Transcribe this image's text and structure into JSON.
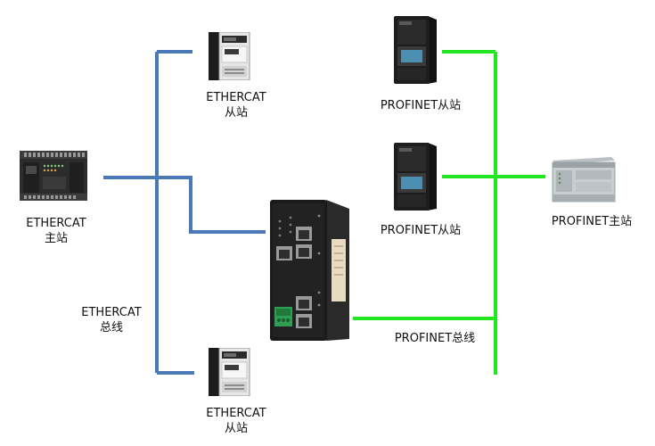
{
  "colors": {
    "ethercat_bus": "#4a78b8",
    "profinet_bus": "#22e622",
    "background": "#ffffff"
  },
  "labels": {
    "ethercat_slave_top": [
      "ETHERCAT",
      "从站"
    ],
    "ethercat_master": [
      "ETHERCAT",
      "主站"
    ],
    "ethercat_bus": [
      "ETHERCAT",
      "总线"
    ],
    "ethercat_slave_bottom": [
      "ETHERCAT",
      "从站"
    ],
    "profinet_slave_top": "PROFINET从站",
    "profinet_slave_mid": "PROFINET从站",
    "profinet_master": "PROFINET主站",
    "profinet_bus": "PROFINET总线"
  },
  "icons": {
    "ethercat_master": "plc-controller-icon",
    "ethercat_slave": "servo-drive-icon",
    "gateway": "gateway-device-icon",
    "profinet_slave": "inverter-drive-icon",
    "profinet_master": "plc-cpu-icon"
  }
}
